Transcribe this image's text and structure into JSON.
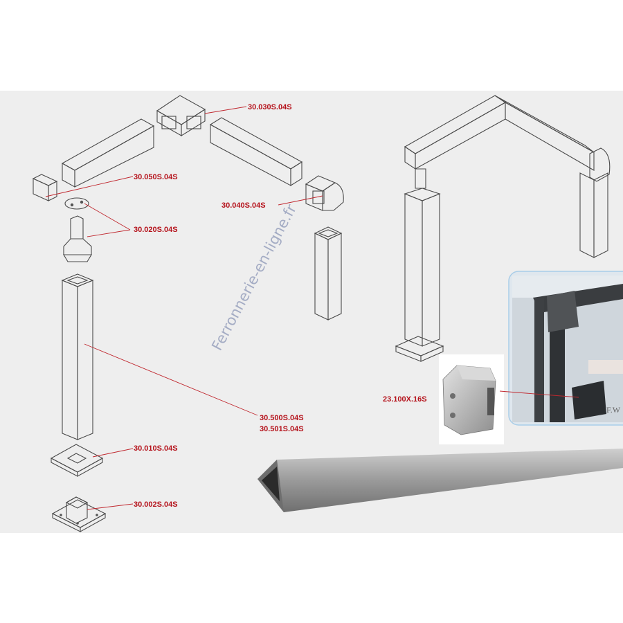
{
  "watermark": "Ferronnerie-en-ligne.fr",
  "parts": {
    "corner_90": "30.030S.04S",
    "end_cap": "30.050S.04S",
    "elbow_down": "30.040S.04S",
    "connector": "30.020S.04S",
    "tube_a": "30.500S.04S",
    "tube_b": "30.501S.04S",
    "cover_plate": "30.010S.04S",
    "base_plate": "30.002S.04S",
    "glass_clamp": "23.100X.16S"
  },
  "photo_text": "F.W",
  "colors": {
    "label": "#b5121b",
    "leader": "#c0282f",
    "background_panel": "#eeeeee",
    "steel": "#a9a9a9",
    "inset_border": "#a9cde8"
  }
}
